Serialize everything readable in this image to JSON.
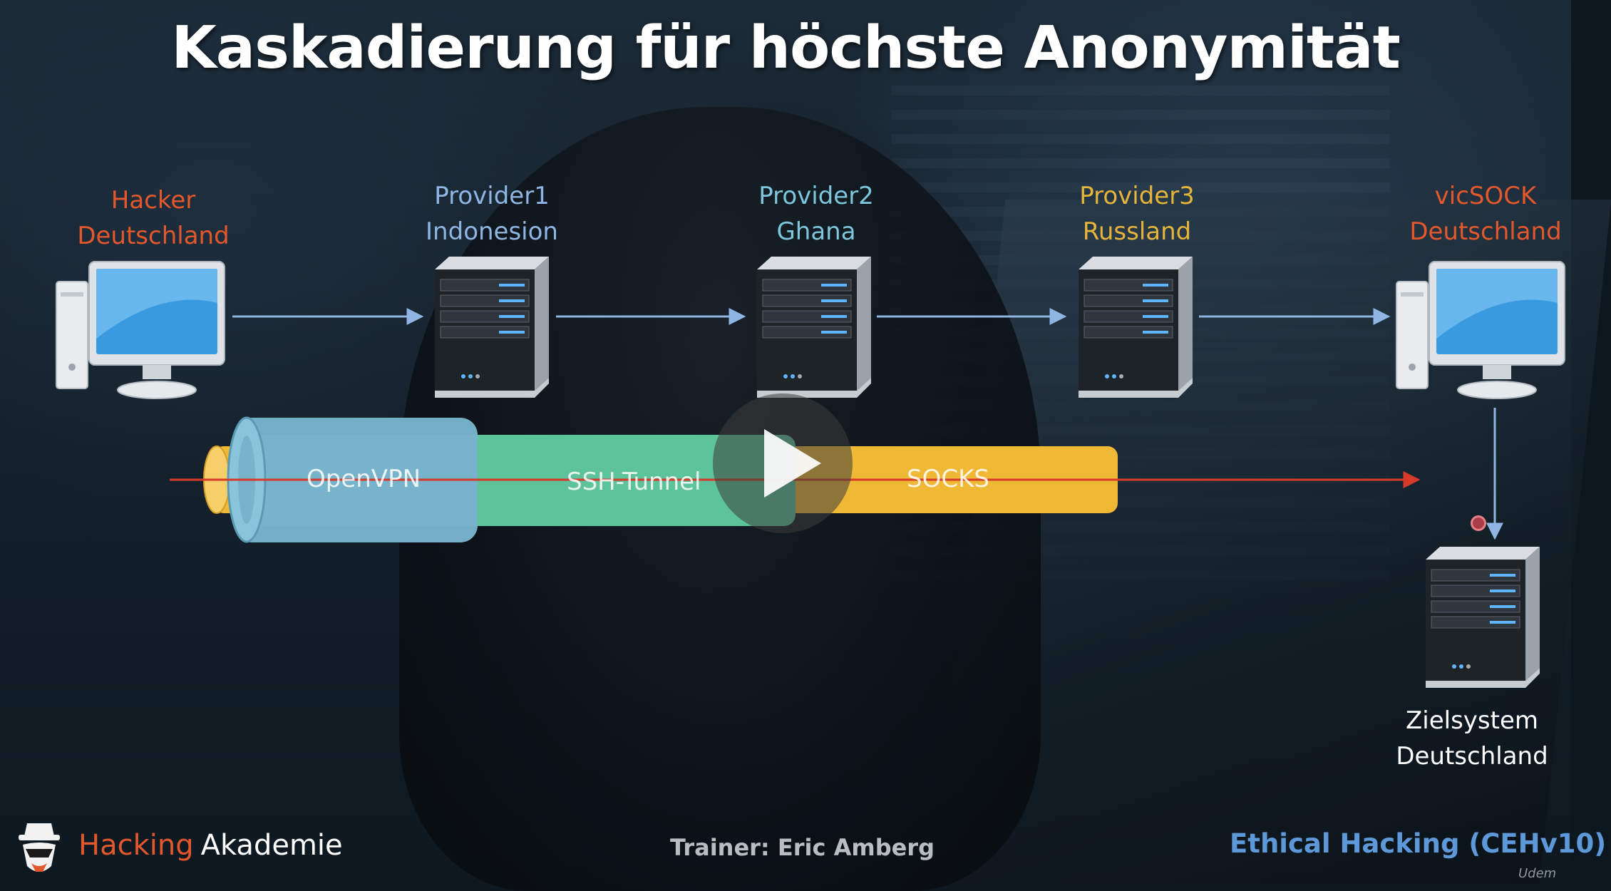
{
  "slide": {
    "title": "Kaskadierung für höchste Anonymität"
  },
  "nodes": [
    {
      "id": "hacker",
      "line1": "Hacker",
      "line2": "Deutschland",
      "color": "#e2582c",
      "type": "computer"
    },
    {
      "id": "provider1",
      "line1": "Provider1",
      "line2": "Indonesion",
      "color": "#8fb6e2",
      "type": "server"
    },
    {
      "id": "provider2",
      "line1": "Provider2",
      "line2": "Ghana",
      "color": "#7dc6dc",
      "type": "server"
    },
    {
      "id": "provider3",
      "line1": "Provider3",
      "line2": "Russland",
      "color": "#e6b43a",
      "type": "server"
    },
    {
      "id": "vicsock",
      "line1": "vicSOCK",
      "line2": "Deutschland",
      "color": "#e2582c",
      "type": "computer"
    },
    {
      "id": "zielsystem",
      "line1": "Zielsystem",
      "line2": "Deutschland",
      "color": "#ffffff",
      "type": "server"
    }
  ],
  "tunnels": [
    {
      "label": "OpenVPN",
      "color": "#78b4cc"
    },
    {
      "label": "SSH-Tunnel",
      "color": "#5cc39a"
    },
    {
      "label": "SOCKS",
      "color": "#f0b935"
    }
  ],
  "colors": {
    "arrow_blue": "#8fb6e2",
    "arrow_red": "#d83a2a",
    "accent_orange": "#e2582c"
  },
  "footer": {
    "brand_part1": "Hacking",
    "brand_part2": "Akademie",
    "trainer": "Trainer: Eric Amberg",
    "course": "Ethical Hacking (CEHv10)",
    "watermark": "Udem"
  },
  "player": {
    "play_icon": "play-icon"
  }
}
